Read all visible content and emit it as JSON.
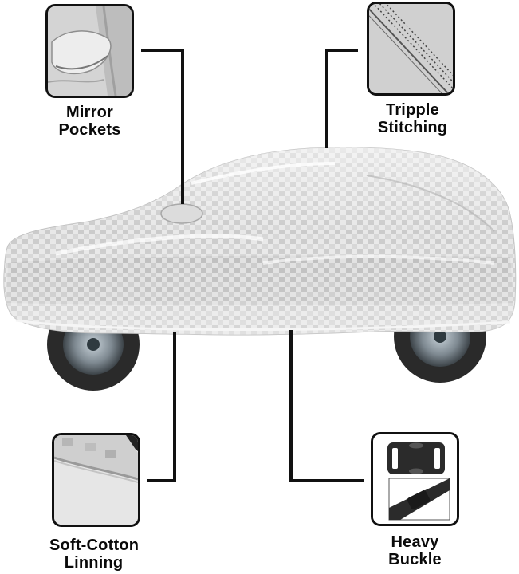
{
  "product": {
    "subject": "car-body-cover",
    "colors": {
      "cover_light": "#eeeeee",
      "cover_mid": "#c8c8c8",
      "cover_dark": "#9a9a9a",
      "line": "#111111",
      "text": "#0a0a0a",
      "background": "#ffffff"
    }
  },
  "features": [
    {
      "id": "mirror-pockets",
      "line1": "Mirror",
      "line2": "Pockets",
      "image": "mirror-pocket-closeup",
      "position": "top-left"
    },
    {
      "id": "tripple-stitching",
      "line1": "Tripple",
      "line2": "Stitching",
      "image": "stitching-closeup",
      "position": "top-right"
    },
    {
      "id": "soft-cotton-linning",
      "line1": "Soft-Cotton",
      "line2": "Linning",
      "image": "cotton-lining-closeup",
      "position": "bottom-left"
    },
    {
      "id": "heavy-buckle",
      "line1": "Heavy",
      "line2": "Buckle",
      "image": "buckle-closeup",
      "position": "bottom-right"
    }
  ]
}
